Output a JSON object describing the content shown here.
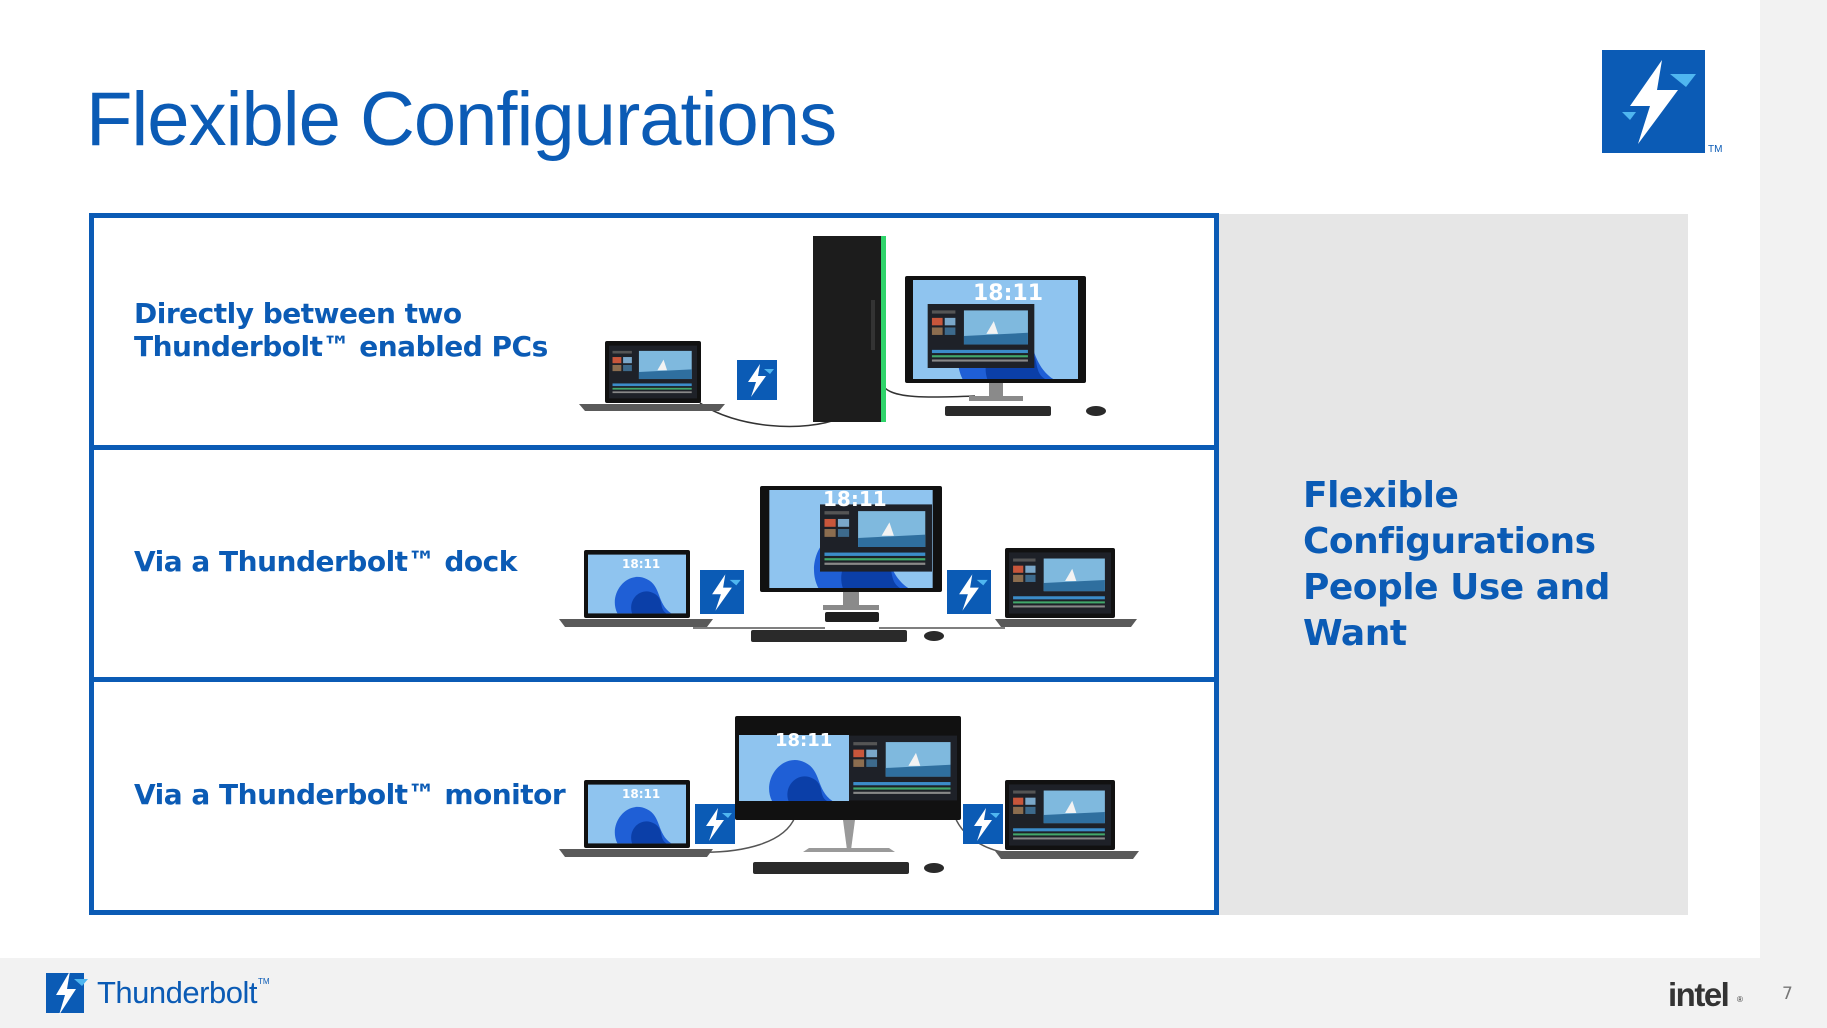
{
  "slide": {
    "title": "Flexible Configurations",
    "page_number": "7"
  },
  "logo": {
    "tm": "TM",
    "icon": "thunderbolt-bolt-icon"
  },
  "rows": [
    {
      "label_line1": "Directly between two",
      "label_line2": "Thunderbolt™ enabled PCs",
      "scene": "laptop-to-desktop"
    },
    {
      "label_line1": "Via a Thunderbolt™ dock",
      "scene": "dock-setup"
    },
    {
      "label_line1": "Via a Thunderbolt™ monitor",
      "scene": "monitor-setup"
    }
  ],
  "screens": {
    "clock": "18:11"
  },
  "side_panel": {
    "text": "Flexible Configurations People Use and Want"
  },
  "footer": {
    "brand": "Thunderbolt",
    "brand_tm": "TM",
    "company": "intel",
    "company_mark": "®"
  },
  "colors": {
    "brand_blue": "#0b5bb5",
    "panel_gray": "#e6e6e6",
    "footer_gray": "#f2f2f2"
  }
}
